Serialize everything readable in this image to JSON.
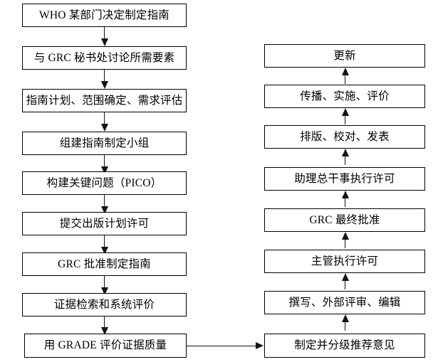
{
  "figure": {
    "type": "flowchart",
    "orientation": "two-column-serpentine",
    "background_color": "#ffffff",
    "line_color": "#111122",
    "box_border_color": "#000000",
    "box_fill_color": "#ffffff"
  },
  "left_column": {
    "flow_direction": "downward",
    "nodes": [
      {
        "id": "L1",
        "label": "WHO 某部门决定制定指南"
      },
      {
        "id": "L2",
        "label": "与 GRC 秘书处讨论所需要素"
      },
      {
        "id": "L3",
        "label": "指南计划、范围确定、需求评估"
      },
      {
        "id": "L4",
        "label": "组建指南制定小组"
      },
      {
        "id": "L5",
        "label": "构建关键问题（PICO）"
      },
      {
        "id": "L6",
        "label": "提交出版计划许可"
      },
      {
        "id": "L7",
        "label": "GRC 批准制定指南"
      },
      {
        "id": "L8",
        "label": "证据检索和系统评价"
      },
      {
        "id": "L9",
        "label": "用 GRADE 评价证据质量"
      }
    ]
  },
  "right_column": {
    "flow_direction": "upward",
    "nodes": [
      {
        "id": "R1",
        "label": "更新"
      },
      {
        "id": "R2",
        "label": "传播、实施、评价"
      },
      {
        "id": "R3",
        "label": "排版、校对、发表"
      },
      {
        "id": "R4",
        "label": "助理总干事执行许可"
      },
      {
        "id": "R5",
        "label": "GRC 最终批准"
      },
      {
        "id": "R6",
        "label": "主管执行许可"
      },
      {
        "id": "R7",
        "label": "撰写、外部评审、编辑"
      },
      {
        "id": "R8",
        "label": "制定并分级推荐意见"
      }
    ]
  },
  "connectors": {
    "bridge_label": "",
    "bridge_from": "L9",
    "bridge_to": "R8"
  }
}
